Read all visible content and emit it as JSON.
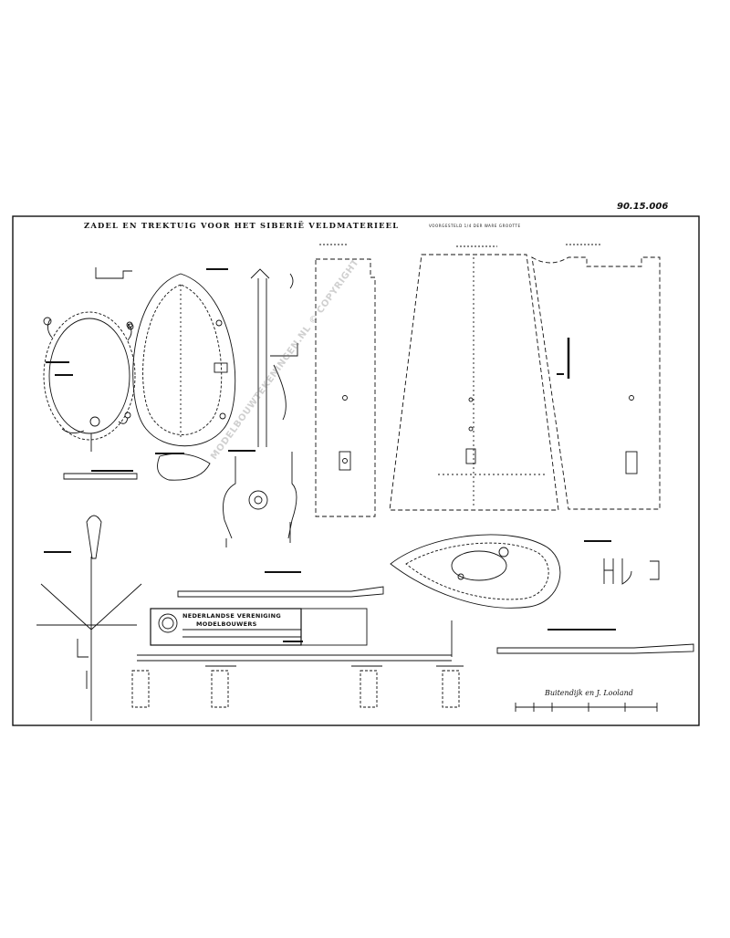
{
  "drawing": {
    "number": "90.15.006",
    "title": "ZADEL EN TREKTUIG VOOR HET SIBERIË VELDMATERIEEL",
    "subtitle": "VOORGESTELD 1/4 DER WARE GROOTTE",
    "watermark": "MODELBOUWTEKENINGEN.NL © COPYRIGHT",
    "signature": "Buitendijk en J. Looland"
  },
  "stamp": {
    "line1": "NEDERLANDSE VERENIGING",
    "line2": "MODELBOUWERS"
  },
  "colors": {
    "ink": "#111111",
    "paper": "#ffffff",
    "watermark": "#8a8a8a"
  }
}
